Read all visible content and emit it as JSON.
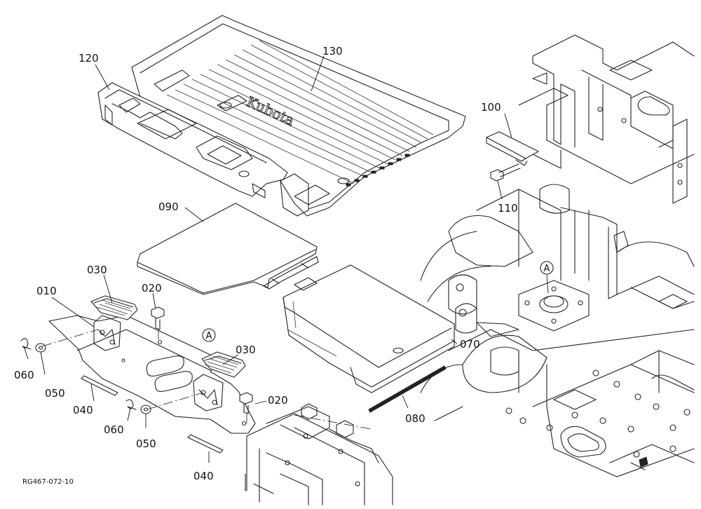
{
  "parts": {
    "p010": "010",
    "p020a": "020",
    "p020b": "020",
    "p030a": "030",
    "p030b": "030",
    "p040a": "040",
    "p040b": "040",
    "p050a": "050",
    "p050b": "050",
    "p060a": "060",
    "p060b": "060",
    "p070": "070",
    "p080": "080",
    "p090": "090",
    "p100": "100",
    "p110": "110",
    "p120": "120",
    "p130": "130"
  },
  "markers": {
    "a1": "A",
    "a2": "A"
  },
  "drawing_ref": "RG467-072-10",
  "logo_text": "Kubota"
}
